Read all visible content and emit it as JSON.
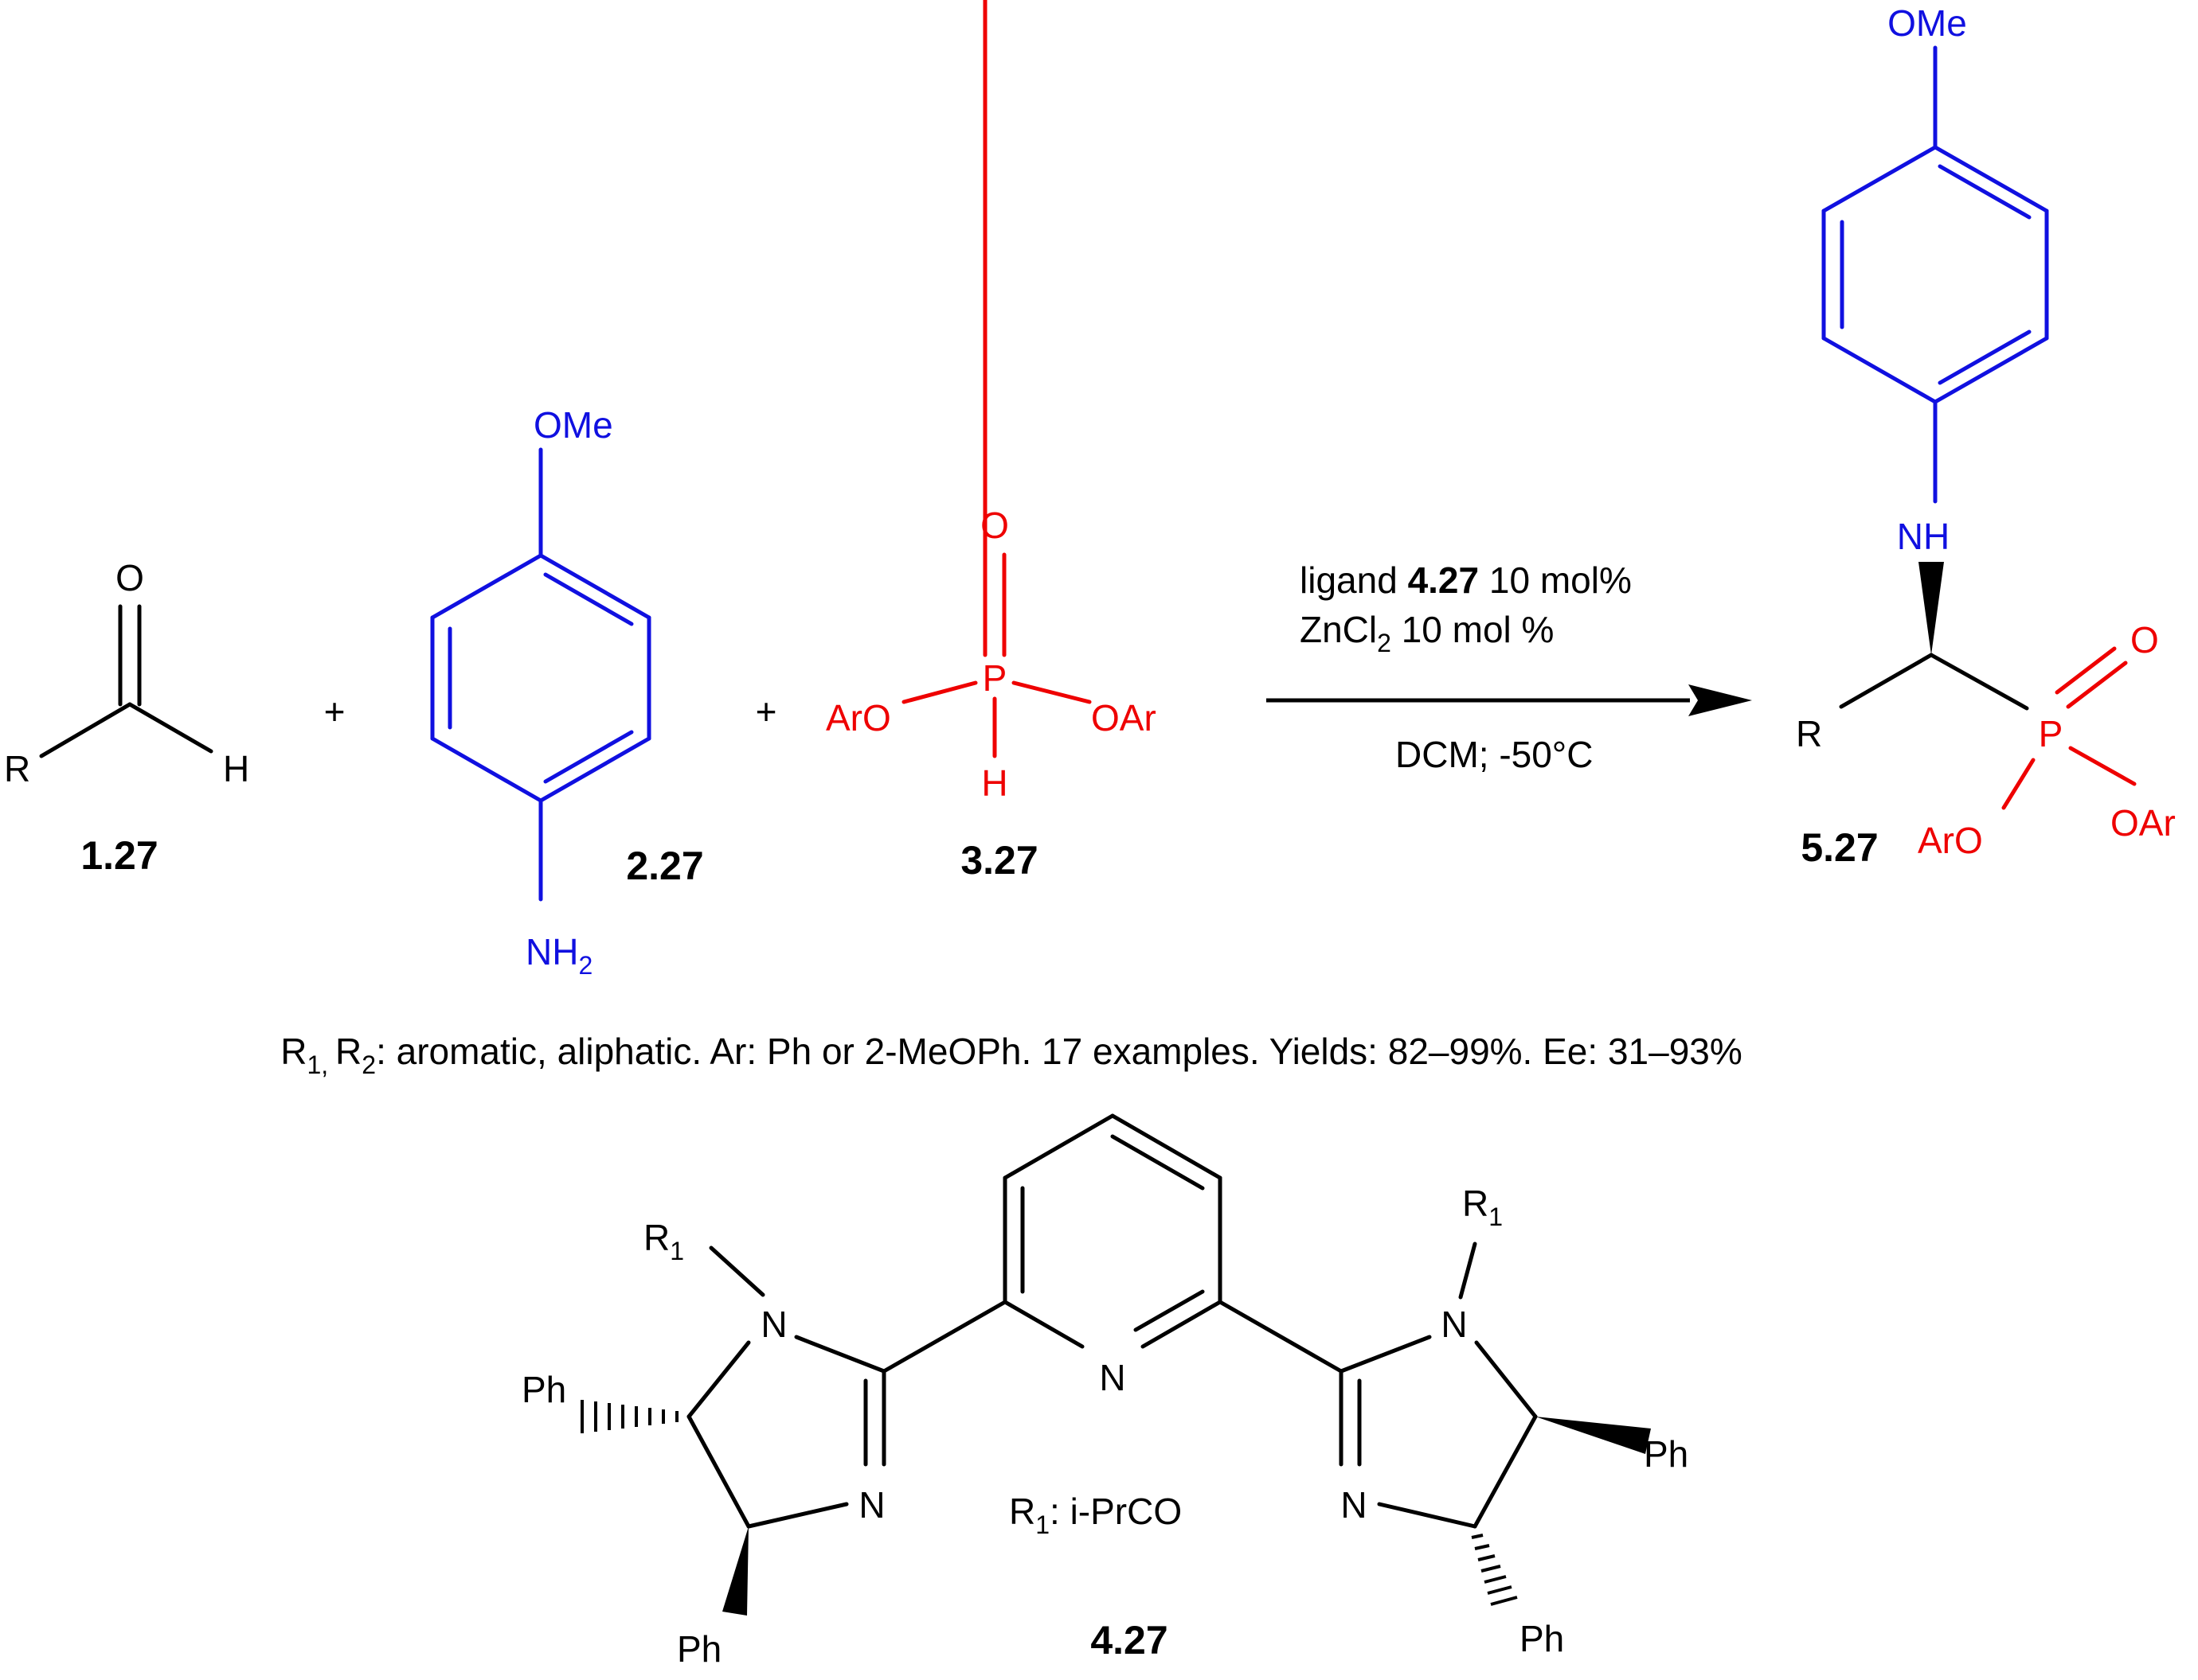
{
  "colors": {
    "black": "#000000",
    "blue": "#1010e0",
    "red": "#ee0000"
  },
  "compounds": {
    "c1": {
      "id": "1.27",
      "R": "R",
      "O": "O",
      "H": "H"
    },
    "c2": {
      "id": "2.27",
      "OMe": "OMe",
      "NH": "NH",
      "sub2": "2"
    },
    "c3": {
      "id": "3.27",
      "O": "O",
      "P": "P",
      "H": "H",
      "ArO": "ArO",
      "OAr": "OAr"
    },
    "c5": {
      "id": "5.27",
      "OMe": "OMe",
      "NH": "NH",
      "R": "R",
      "P": "P",
      "O": "O",
      "ArO": "ArO",
      "OAr": "OAr"
    },
    "c4": {
      "id": "4.27",
      "R1": "R",
      "sub1": "1",
      "N": "N",
      "Ph": "Ph",
      "note_pre": "R",
      "note_post": ": i-PrCO"
    }
  },
  "plus": "+",
  "conditions": {
    "line1_pre": "ligand ",
    "line1_bold": "4.27",
    "line1_post": " 10 mol%",
    "line2_pre": "ZnCl",
    "line2_sub": "2",
    "line2_post": " 10 mol %",
    "below": "DCM; -50°C"
  },
  "scope": {
    "p1": "R",
    "s1": "1, ",
    "p2": "R",
    "s2": "2",
    "rest": ": aromatic, aliphatic. Ar: Ph or 2-MeOPh. 17 examples. Yields: 82–99%. Ee: 31–93%"
  }
}
